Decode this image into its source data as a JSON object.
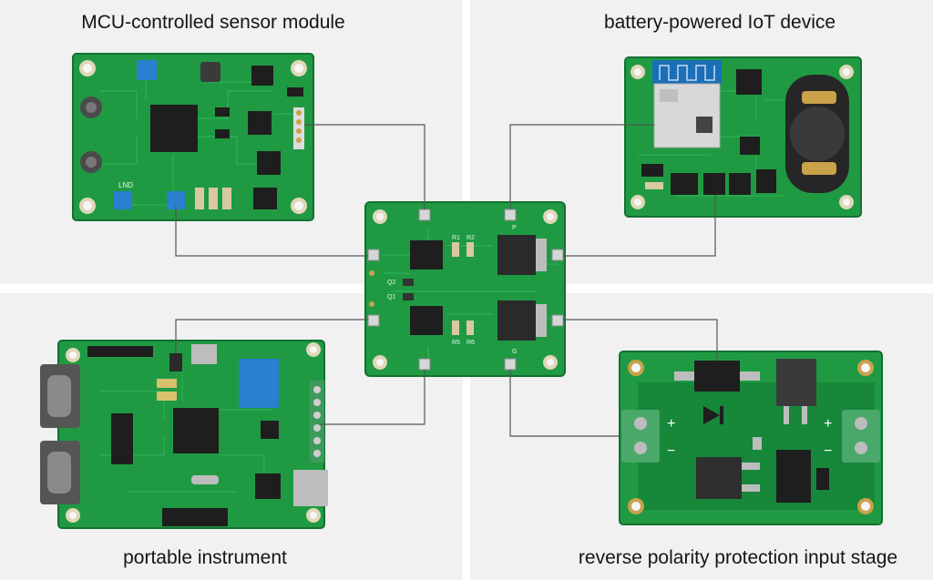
{
  "captions": {
    "top_left": "MCU-controlled sensor module",
    "top_right": "battery-powered IoT device",
    "bottom_left": "portable instrument",
    "bottom_right": "reverse polarity protection input stage"
  },
  "colors": {
    "pcb_green": "#1f9a43",
    "pcb_dark": "#157a33",
    "trace": "#2cad53",
    "ic_black": "#1e1e1e",
    "pad_gold": "#c9a24a",
    "blue_component": "#2a7fcf",
    "connector_green": "#4aa86a",
    "wire": "#555555"
  },
  "boards": {
    "sensor_module": {
      "labels": [
        "LND"
      ]
    },
    "central_board": {
      "labels": [
        "R1",
        "R2",
        "Q2",
        "Q1",
        "R5",
        "R6",
        "P",
        "G"
      ]
    },
    "io_device": {
      "labels": []
    },
    "instrument": {
      "labels": []
    },
    "protection": {
      "labels": [
        "+",
        "−",
        "+",
        "−"
      ]
    }
  }
}
